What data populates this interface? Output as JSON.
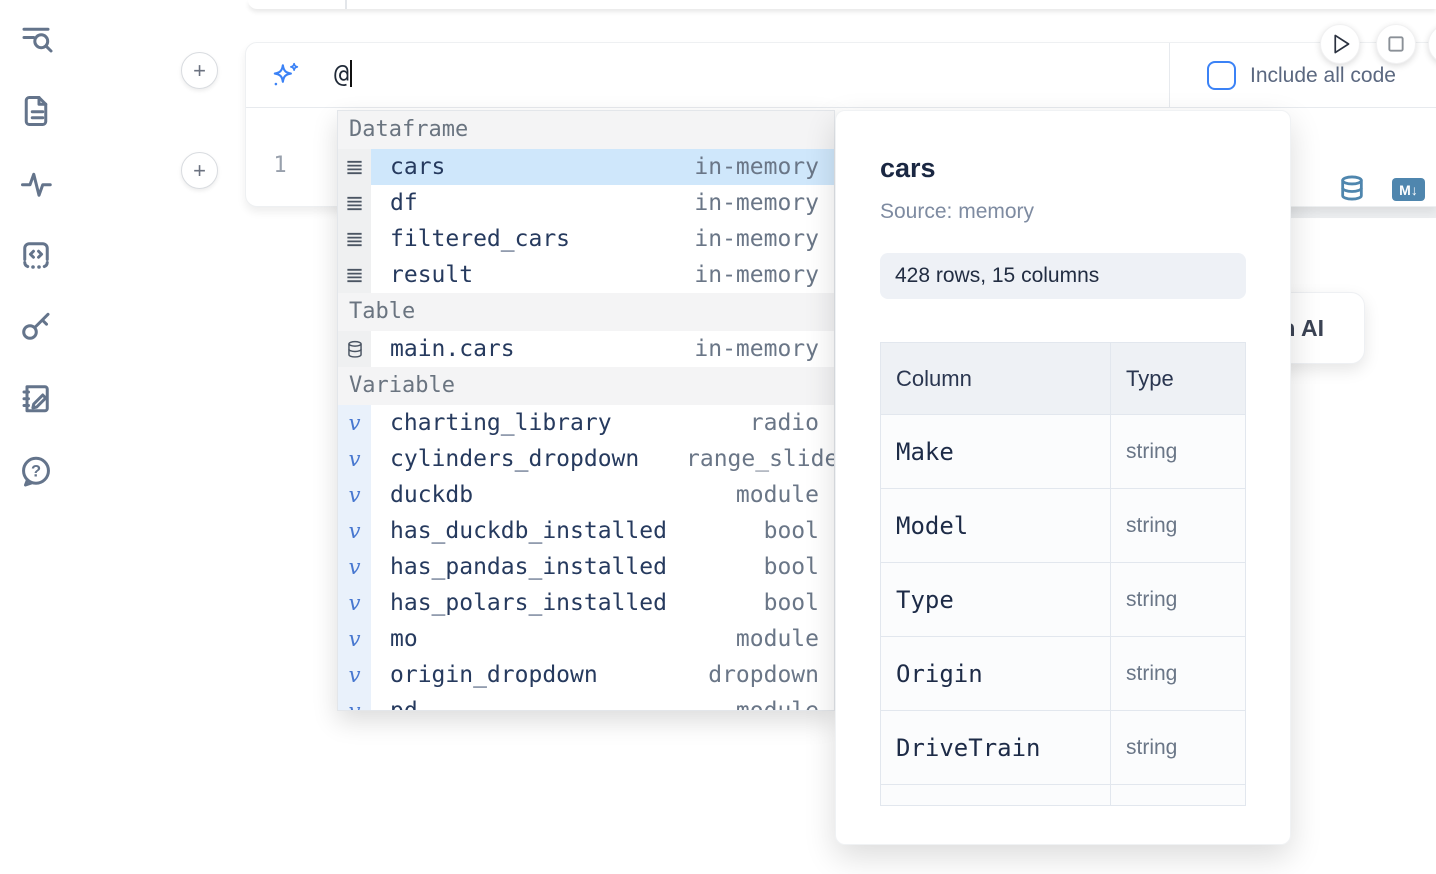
{
  "sidebar": {
    "icons": [
      {
        "name": "toc-search-icon"
      },
      {
        "name": "file-icon"
      },
      {
        "name": "activity-icon"
      },
      {
        "name": "snippets-icon"
      },
      {
        "name": "key-icon"
      },
      {
        "name": "scratchpad-icon"
      },
      {
        "name": "help-icon"
      }
    ]
  },
  "run_controls": {
    "icons": [
      "play-icon",
      "stop-icon"
    ]
  },
  "cell": {
    "add_button_label": "+",
    "ai_input": {
      "icon": "sparkles-icon",
      "value": "@"
    },
    "include_all_code": {
      "label": "Include all code",
      "checked": false
    },
    "editor": {
      "line_number": "1"
    },
    "markdown_badge_label": "M↓",
    "cell_icons": [
      {
        "name": "database-icon"
      },
      {
        "name": "markdown-icon"
      }
    ]
  },
  "autocomplete": {
    "sections": [
      {
        "label": "Dataframe",
        "icon": "dataframe-icon",
        "items": [
          {
            "name": "cars",
            "type": "in-memory",
            "selected": true
          },
          {
            "name": "df",
            "type": "in-memory"
          },
          {
            "name": "filtered_cars",
            "type": "in-memory"
          },
          {
            "name": "result",
            "type": "in-memory"
          }
        ]
      },
      {
        "label": "Table",
        "icon": "table-icon",
        "items": [
          {
            "name": "main.cars",
            "type": "in-memory"
          }
        ]
      },
      {
        "label": "Variable",
        "icon": "variable-icon",
        "items": [
          {
            "name": "charting_library",
            "type": "radio"
          },
          {
            "name": "cylinders_dropdown",
            "type": "range_slider"
          },
          {
            "name": "duckdb",
            "type": "module"
          },
          {
            "name": "has_duckdb_installed",
            "type": "bool"
          },
          {
            "name": "has_pandas_installed",
            "type": "bool"
          },
          {
            "name": "has_polars_installed",
            "type": "bool"
          },
          {
            "name": "mo",
            "type": "module"
          },
          {
            "name": "origin_dropdown",
            "type": "dropdown"
          },
          {
            "name": "pd",
            "type": "module",
            "partial": true
          }
        ]
      }
    ]
  },
  "preview": {
    "title": "cars",
    "source": "Source: memory",
    "stats": "428 rows, 15 columns",
    "table": {
      "headers": [
        "Column",
        "Type"
      ],
      "rows": [
        [
          "Make",
          "string"
        ],
        [
          "Model",
          "string"
        ],
        [
          "Type",
          "string"
        ],
        [
          "Origin",
          "string"
        ],
        [
          "DriveTrain",
          "string"
        ]
      ]
    }
  },
  "partial_ai_button": {
    "visible_label": "h AI"
  },
  "colors": {
    "accent_blue": "#3b82f6",
    "steel_blue": "#4f86ae",
    "selection_bg": "#cfe7fb",
    "icon_slate": "#64748b"
  }
}
